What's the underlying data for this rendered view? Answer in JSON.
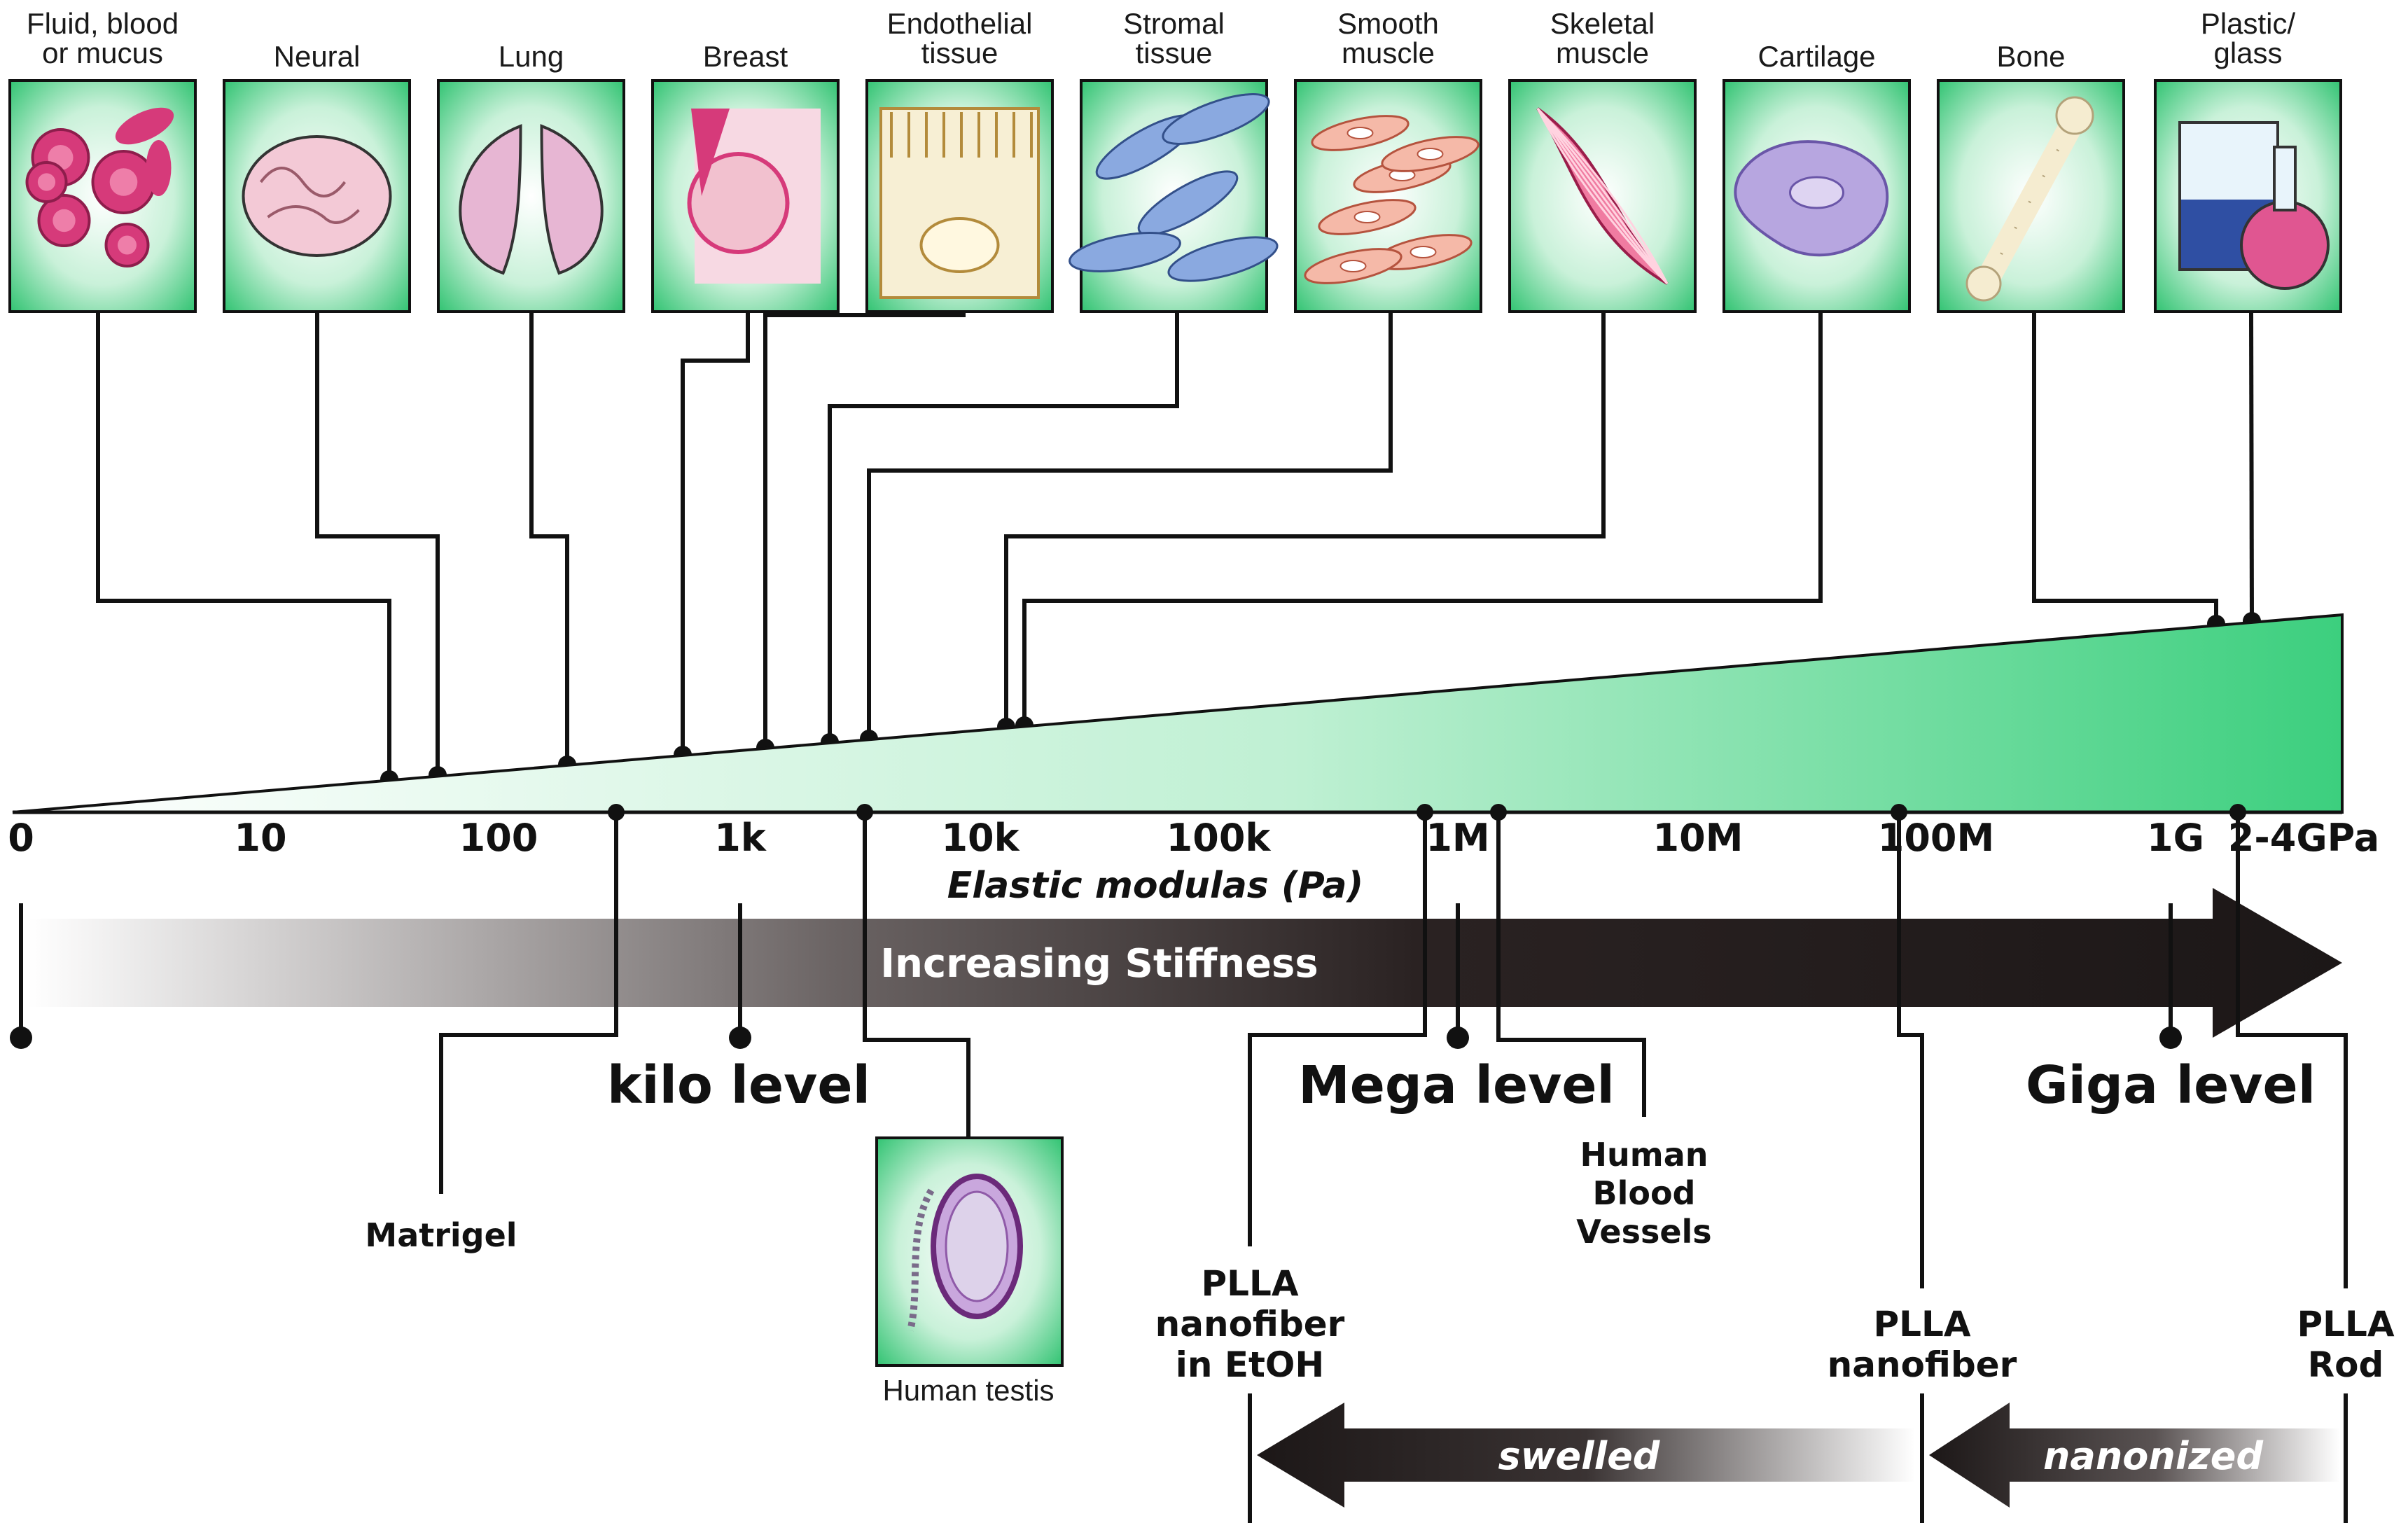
{
  "colors": {
    "tile_green": "#2fbf6e",
    "tile_light": "#d4f5e0",
    "wedge_green": "#3ccf7e",
    "dark": "#1c1717",
    "pink": "#d63a7a",
    "lavender": "#a89ad6",
    "blue": "#6f8fd0"
  },
  "tissues": [
    {
      "label_lines": [
        "Fluid, blood",
        "or mucus"
      ],
      "icon": "blood-cells-icon"
    },
    {
      "label_lines": [
        "Neural"
      ],
      "icon": "brain-icon"
    },
    {
      "label_lines": [
        "Lung"
      ],
      "icon": "lungs-icon"
    },
    {
      "label_lines": [
        "Breast"
      ],
      "icon": "breast-icon"
    },
    {
      "label_lines": [
        "Endothelial",
        "tissue"
      ],
      "icon": "endothelial-cell-icon"
    },
    {
      "label_lines": [
        "Stromal",
        "tissue"
      ],
      "icon": "stromal-cells-icon"
    },
    {
      "label_lines": [
        "Smooth",
        "muscle"
      ],
      "icon": "smooth-muscle-icon"
    },
    {
      "label_lines": [
        "Skeletal",
        "muscle"
      ],
      "icon": "skeletal-muscle-icon"
    },
    {
      "label_lines": [
        "Cartilage"
      ],
      "icon": "cartilage-cell-icon"
    },
    {
      "label_lines": [
        "Bone"
      ],
      "icon": "bone-icon"
    },
    {
      "label_lines": [
        "Plastic/",
        "glass"
      ],
      "icon": "glassware-icon"
    }
  ],
  "axis": {
    "ticks": [
      "0",
      "10",
      "100",
      "1k",
      "10k",
      "100k",
      "1M",
      "10M",
      "100M",
      "1G",
      "2-4GPa"
    ],
    "title": "Elastic modulas (Pa)"
  },
  "banner": {
    "text": "Increasing Stiffness"
  },
  "levels": [
    "kilo level",
    "Mega level",
    "Giga level"
  ],
  "materials": {
    "matrigel": "Matrigel",
    "testis_caption": "Human testis",
    "blood_vessels": [
      "Human",
      "Blood",
      "Vessels"
    ],
    "plla_etoh": [
      "PLLA",
      "nanofiber",
      "in EtOH"
    ],
    "plla_nanofiber": [
      "PLLA",
      "nanofiber"
    ],
    "plla_rod": [
      "PLLA",
      "Rod"
    ]
  },
  "process_arrows": {
    "swelled": "swelled",
    "nanonized": "nanonized"
  }
}
